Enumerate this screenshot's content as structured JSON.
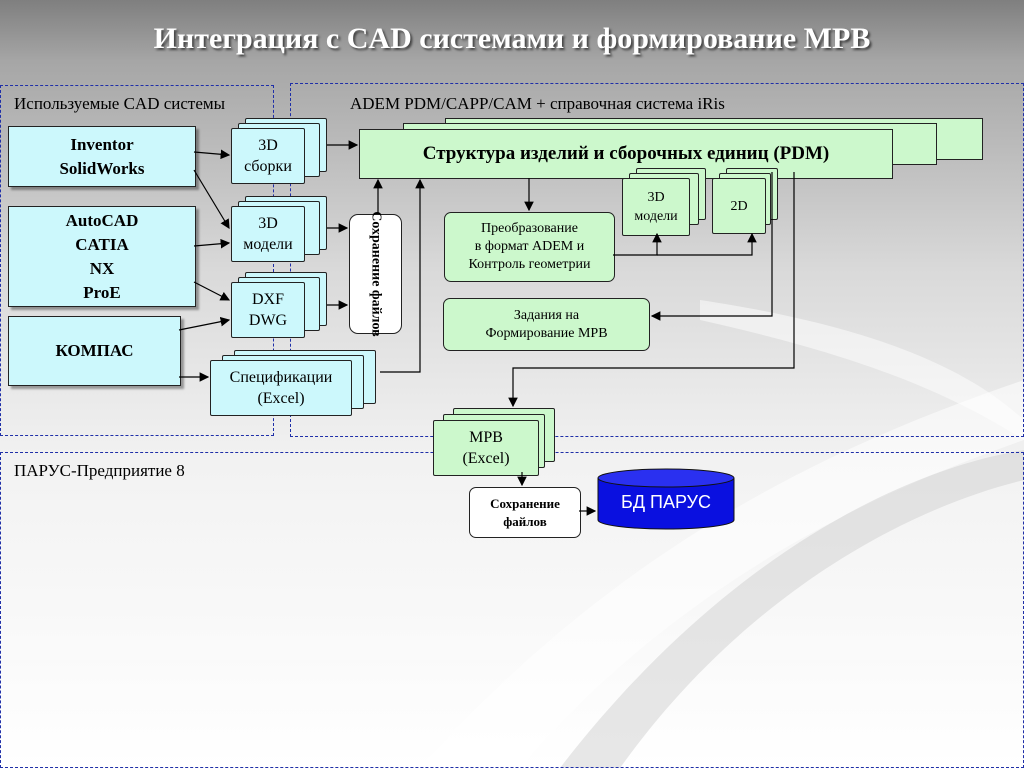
{
  "title": "Интеграция с CAD системами и формирование МРВ",
  "regions": {
    "cad_label": "Используемые CAD системы",
    "adem_label": "ADEM PDM/CAPP/CAM + справочная система iRis",
    "parus_label": "ПАРУС-Предприятие 8"
  },
  "cad_systems": {
    "group1": [
      "Inventor",
      "SolidWorks"
    ],
    "group2": [
      "AutoCAD",
      "CATIA",
      "NX",
      "ProE"
    ],
    "group3": [
      "КОМПАС"
    ]
  },
  "documents": {
    "assemblies_3d": [
      "3D",
      "сборки"
    ],
    "models_3d": [
      "3D",
      "модели"
    ],
    "dxf_dwg": [
      "DXF",
      "DWG"
    ],
    "specs": [
      "Спецификации",
      "(Excel)"
    ],
    "mrv_excel": [
      "МРВ",
      "(Excel)"
    ],
    "pdm_models_3d": [
      "3D",
      "модели"
    ],
    "pdm_2d": "2D"
  },
  "save_files_vertical": "Сохранение файлов",
  "save_files": [
    "Сохранение",
    "файлов"
  ],
  "pdm_structure": "Структура изделий и сборочных единиц (PDM)",
  "conversion": [
    "Преобразование",
    "в формат ADEM и",
    "Контроль геометрии"
  ],
  "tasks": [
    "Задания на",
    "Формирование МРВ"
  ],
  "db_parus": "БД ПАРУС",
  "colors": {
    "source_fill": "#ccf8fc",
    "adem_fill": "#ccf8cc",
    "region_border": "#1f2fa8",
    "db_fill": "#0a10e0"
  }
}
